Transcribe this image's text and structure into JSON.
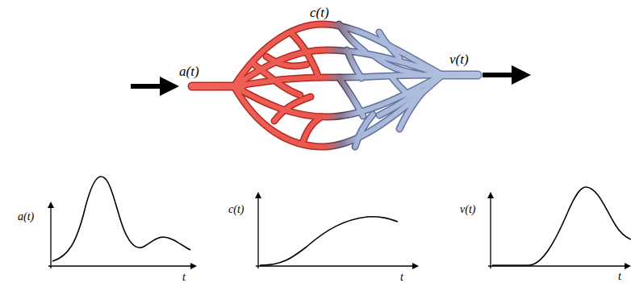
{
  "diagram": {
    "labels": [
      "a(t)",
      "c(t)",
      "v(t)",
      "a(t)",
      "t",
      "c(t)",
      "t",
      "v(t)",
      "t"
    ]
  }
}
